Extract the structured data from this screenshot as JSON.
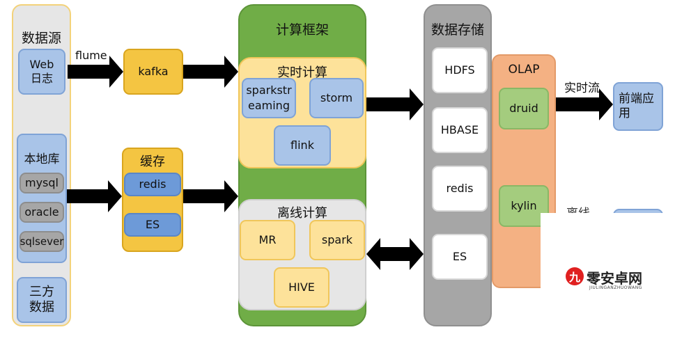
{
  "sources": {
    "title": "数据源",
    "web_log": "Web\n日志",
    "local_db": "本地库",
    "db_items": [
      "mysql",
      "oracle",
      "sqlsever"
    ],
    "third_party": "三方\n数据"
  },
  "flume_label": "flume",
  "kafka": "kafka",
  "cache": {
    "title": "缓存",
    "items": [
      "redis",
      "ES"
    ]
  },
  "compute": {
    "title": "计算框架",
    "realtime": {
      "title": "实时计算",
      "items": [
        "sparkstr\neaming",
        "storm",
        "flink"
      ]
    },
    "offline": {
      "title": "离线计算",
      "items": [
        "MR",
        "spark",
        "HIVE"
      ]
    }
  },
  "storage": {
    "title": "数据存储",
    "items": [
      "HDFS",
      "HBASE",
      "redis",
      "ES"
    ]
  },
  "olap": {
    "title": "OLAP",
    "items": [
      "druid",
      "kylin"
    ]
  },
  "realtime_flow_label": "实时流",
  "offline_flow_partial": "离线",
  "frontend": "前端应\n用",
  "watermark": {
    "text": "零安卓网",
    "sub": "JIULINGANZHUOWANG"
  },
  "colors": {
    "sources_panel": "#e6e6e6",
    "compute_panel": "#70ad47",
    "storage_panel": "#a6a6a6",
    "olap_panel": "#f4b183"
  }
}
